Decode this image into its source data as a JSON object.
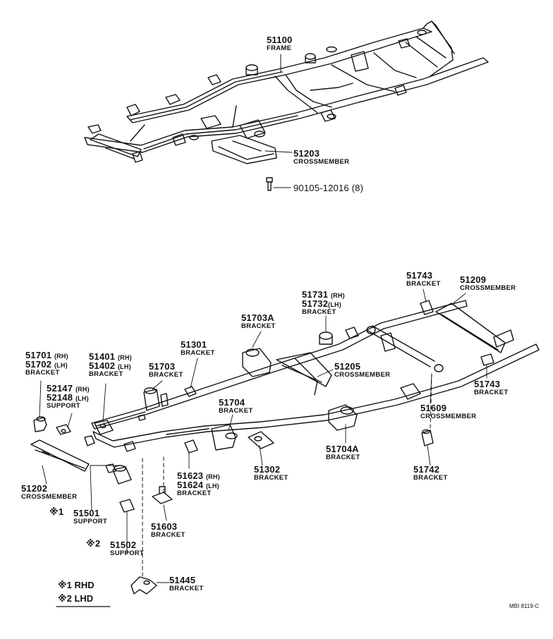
{
  "labels": {
    "p51100": {
      "num": "51100",
      "desc": "FRAME"
    },
    "p51203": {
      "num": "51203",
      "desc": "CROSSMEMBER"
    },
    "p90105": {
      "num": "90105-12016 (8)"
    },
    "p51743a": {
      "num": "51743",
      "desc": "BRACKET"
    },
    "p51209": {
      "num": "51209",
      "desc": "CROSSMEMBER"
    },
    "p51731": {
      "num": "51731",
      "side": "(RH)"
    },
    "p51732": {
      "num": "51732",
      "side": "(LH)",
      "desc": "BRACKET"
    },
    "p51703A": {
      "num": "51703A",
      "desc": "BRACKET"
    },
    "p51301": {
      "num": "51301",
      "desc": "BRACKET"
    },
    "p51701": {
      "num": "51701",
      "side": "(RH)"
    },
    "p51702": {
      "num": "51702",
      "side": "(LH)",
      "desc": "BRACKET"
    },
    "p51401": {
      "num": "51401",
      "side": "(RH)"
    },
    "p51402": {
      "num": "51402",
      "side": "(LH)",
      "desc": "BRACKET"
    },
    "p51703": {
      "num": "51703",
      "desc": "BRACKET"
    },
    "p51205": {
      "num": "51205",
      "desc": "CROSSMEMBER"
    },
    "p51743b": {
      "num": "51743",
      "desc": "BRACKET"
    },
    "p52147": {
      "num": "52147",
      "side": "(RH)"
    },
    "p52148": {
      "num": "52148",
      "side": "(LH)",
      "desc": "SUPPORT"
    },
    "p51704": {
      "num": "51704",
      "desc": "BRACKET"
    },
    "p51609": {
      "num": "51609",
      "desc": "CROSSMEMBER"
    },
    "p51704A": {
      "num": "51704A",
      "desc": "BRACKET"
    },
    "p51623": {
      "num": "51623",
      "side": "(RH)"
    },
    "p51624": {
      "num": "51624",
      "side": "(LH)",
      "desc": "BRACKET"
    },
    "p51302": {
      "num": "51302",
      "desc": "BRACKET"
    },
    "p51742": {
      "num": "51742",
      "desc": "BRACKET"
    },
    "p51202": {
      "num": "51202",
      "desc": "CROSSMEMBER"
    },
    "p51501": {
      "mark": "※1",
      "num": "51501",
      "desc": "SUPPORT"
    },
    "p51603": {
      "num": "51603",
      "desc": "BRACKET"
    },
    "p51502": {
      "mark": "※2",
      "num": "51502",
      "desc": "SUPPORT"
    },
    "p51445": {
      "num": "51445",
      "desc": "BRACKET"
    }
  },
  "legend": {
    "rhd": "※1  RHD",
    "lhd": "※2  LHD"
  },
  "corner_code": "MBI 8119-C"
}
